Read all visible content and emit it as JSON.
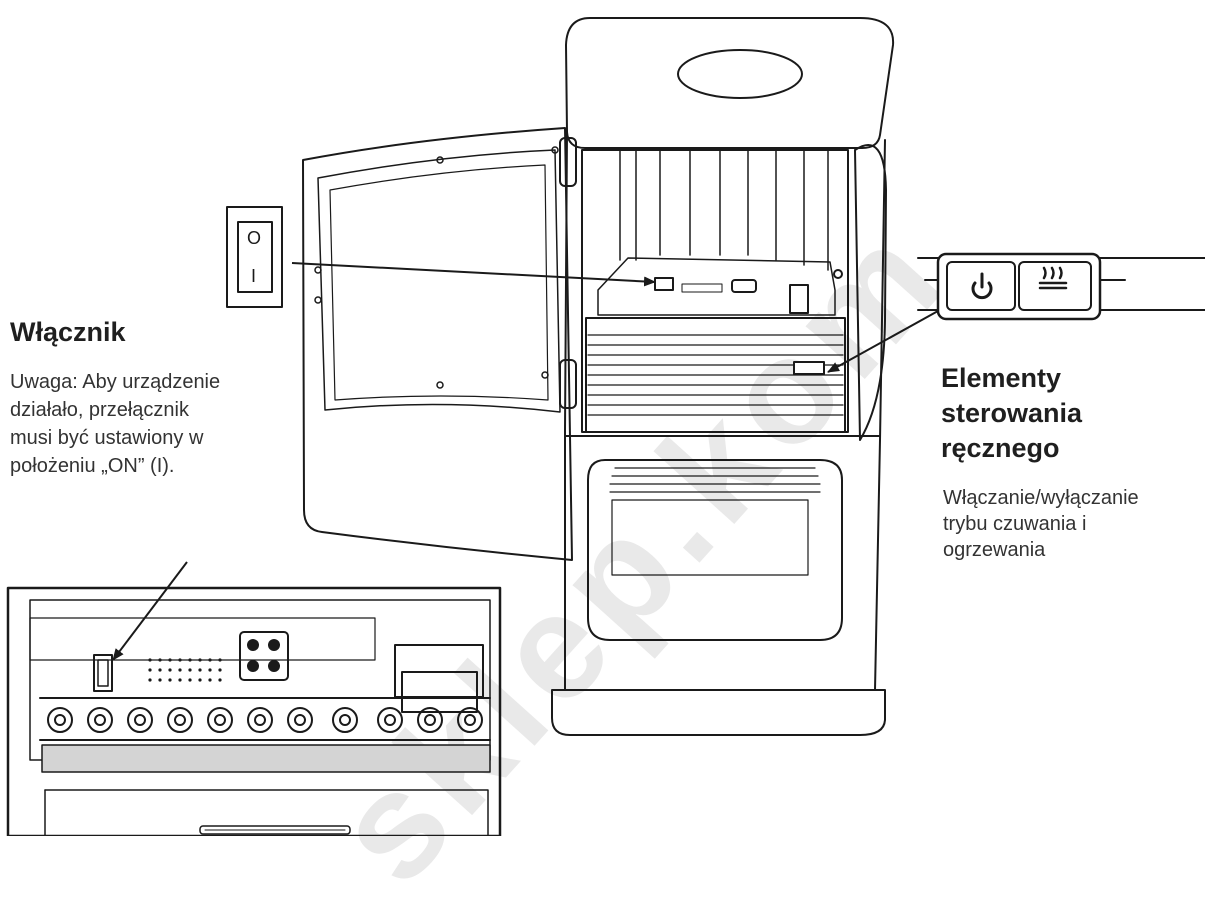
{
  "watermark": "sklep.kom",
  "left_callout": {
    "title": "Włącznik",
    "lines": [
      "Uwaga: Aby urządzenie",
      "działało, przełącznik",
      "musi być ustawiony w",
      "położeniu „ON” (I)."
    ],
    "switch_symbols": {
      "off": "O",
      "on": "I"
    }
  },
  "right_callout": {
    "title_lines": [
      "Elementy",
      "sterowania",
      "ręcznego"
    ],
    "lines": [
      "Włączanie/wyłączanie",
      "trybu czuwania i",
      "ogrzewania"
    ],
    "buttons": [
      {
        "icon": "power-icon"
      },
      {
        "icon": "heat-icon"
      }
    ]
  }
}
